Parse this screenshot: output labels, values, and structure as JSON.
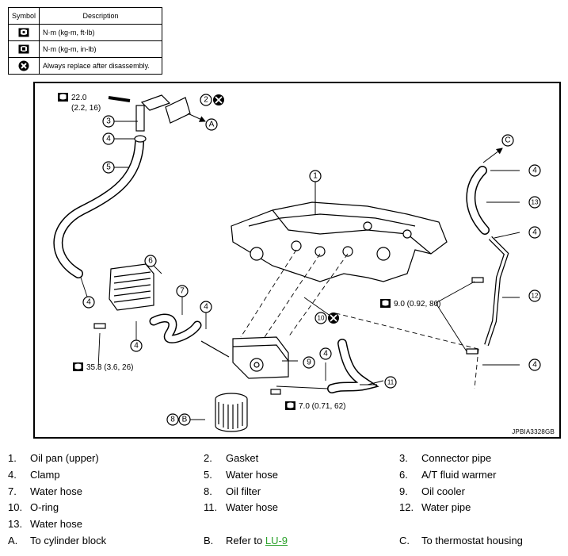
{
  "legend": {
    "header_symbol": "Symbol",
    "header_description": "Description",
    "rows": [
      {
        "icon": "torque-ft-lb-icon",
        "description": "N·m (kg-m, ft-lb)"
      },
      {
        "icon": "torque-in-lb-icon",
        "description": "N·m (kg-m, in-lb)"
      },
      {
        "icon": "always-replace-icon",
        "description": "Always replace after disassembly."
      }
    ]
  },
  "diagram": {
    "code": "JPBIA3328GB",
    "torque_values": {
      "t1": "22.0",
      "t1_sub": "(2.2, 16)",
      "t2": "9.0 (0.92, 80)",
      "t3": "35.3 (3.6, 26)",
      "t4": "7.0 (0.71, 62)"
    },
    "letters": {
      "a": "A",
      "b": "B",
      "c": "C"
    }
  },
  "parts": [
    [
      {
        "n": "1.",
        "t": "Oil pan (upper)"
      },
      {
        "n": "2.",
        "t": "Gasket"
      },
      {
        "n": "3.",
        "t": "Connector pipe"
      }
    ],
    [
      {
        "n": "4.",
        "t": "Clamp"
      },
      {
        "n": "5.",
        "t": "Water hose"
      },
      {
        "n": "6.",
        "t": "A/T fluid warmer"
      }
    ],
    [
      {
        "n": "7.",
        "t": "Water hose"
      },
      {
        "n": "8.",
        "t": "Oil filter"
      },
      {
        "n": "9.",
        "t": "Oil cooler"
      }
    ],
    [
      {
        "n": "10.",
        "t": "O-ring"
      },
      {
        "n": "11.",
        "t": "Water hose"
      },
      {
        "n": "12.",
        "t": "Water pipe"
      }
    ],
    [
      {
        "n": "13.",
        "t": "Water hose"
      }
    ],
    [
      {
        "n": "A.",
        "t": "To cylinder block"
      },
      {
        "n": "B.",
        "t": "Refer to ",
        "link": "LU-9"
      },
      {
        "n": "C.",
        "t": "To thermostat housing"
      }
    ]
  ]
}
